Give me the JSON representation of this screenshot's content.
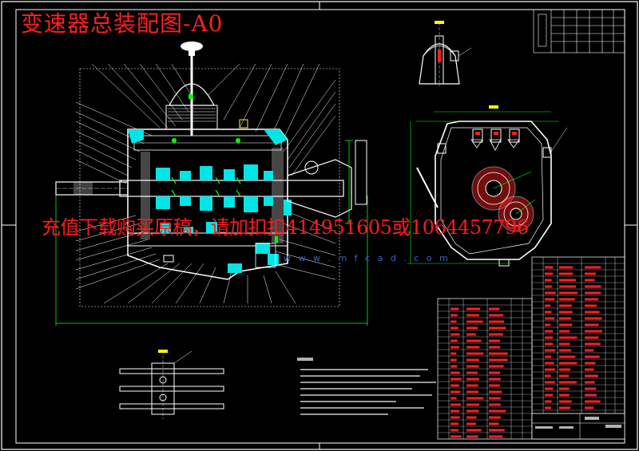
{
  "drawing": {
    "title": "变速器总装配图-A0"
  },
  "watermark": {
    "promo": "充值下载购买原稿，请加扣扣414951605或1064457796",
    "site": "w w w . m f c a d . c o m"
  },
  "colors": {
    "background": "#000000",
    "line": "#ffffff",
    "green": "#00ff00",
    "red": "#ff2020",
    "cyan": "#00e5e5",
    "yellow": "#ffff00",
    "blue": "#3a62c8"
  }
}
